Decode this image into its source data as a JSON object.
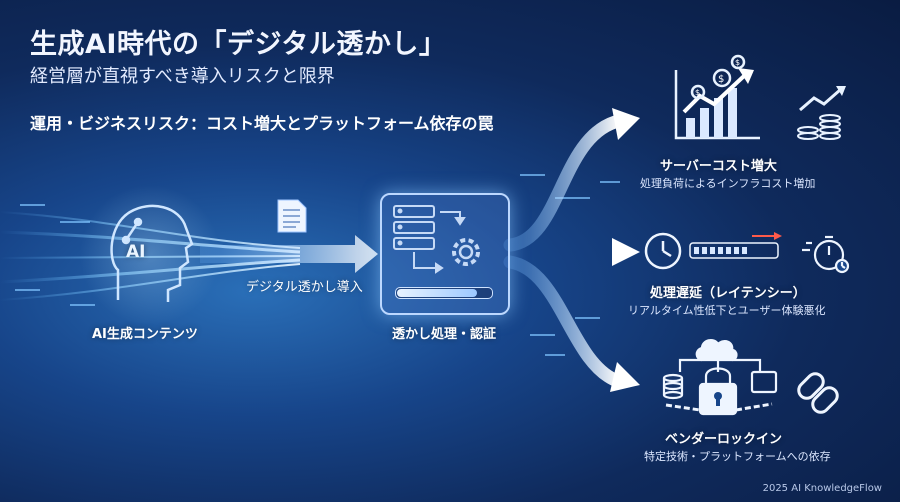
{
  "header": {
    "title": "生成AI時代の「デジタル透かし」",
    "subtitle": "経営層が直視すべき導入リスクと限界"
  },
  "section_heading": "運用・ビジネスリスク：コスト増大とプラットフォーム依存の罠",
  "flow": {
    "source_label": "AI生成コンテンツ",
    "source_badge": "AI",
    "step_label": "デジタル透かし導入",
    "process_label": "透かし処理・認証",
    "process_progress": 0.85
  },
  "risks": [
    {
      "title": "サーバーコスト増大",
      "description": "処理負荷によるインフラコスト増加"
    },
    {
      "title": "処理遅延（レイテンシー）",
      "description": "リアルタイム性低下とユーザー体験悪化"
    },
    {
      "title": "ベンダーロックイン",
      "description": "特定技術・プラットフォームへの依存"
    }
  ],
  "footer": "2025 AI KnowledgeFlow",
  "icons": {
    "source": "ai-head-icon",
    "document": "document-icon",
    "process": "server-gear-icon",
    "cost": "rising-cost-chart-icon",
    "coins": "coin-stack-icon",
    "latency": "clock-progress-icon",
    "stopwatch": "stopwatch-icon",
    "lock": "cloud-lock-icon",
    "chain": "chain-link-icon"
  },
  "colors": {
    "accent": "#7fc4ff",
    "warning": "#ff5a4a",
    "bg_dark": "#0a1c42"
  }
}
